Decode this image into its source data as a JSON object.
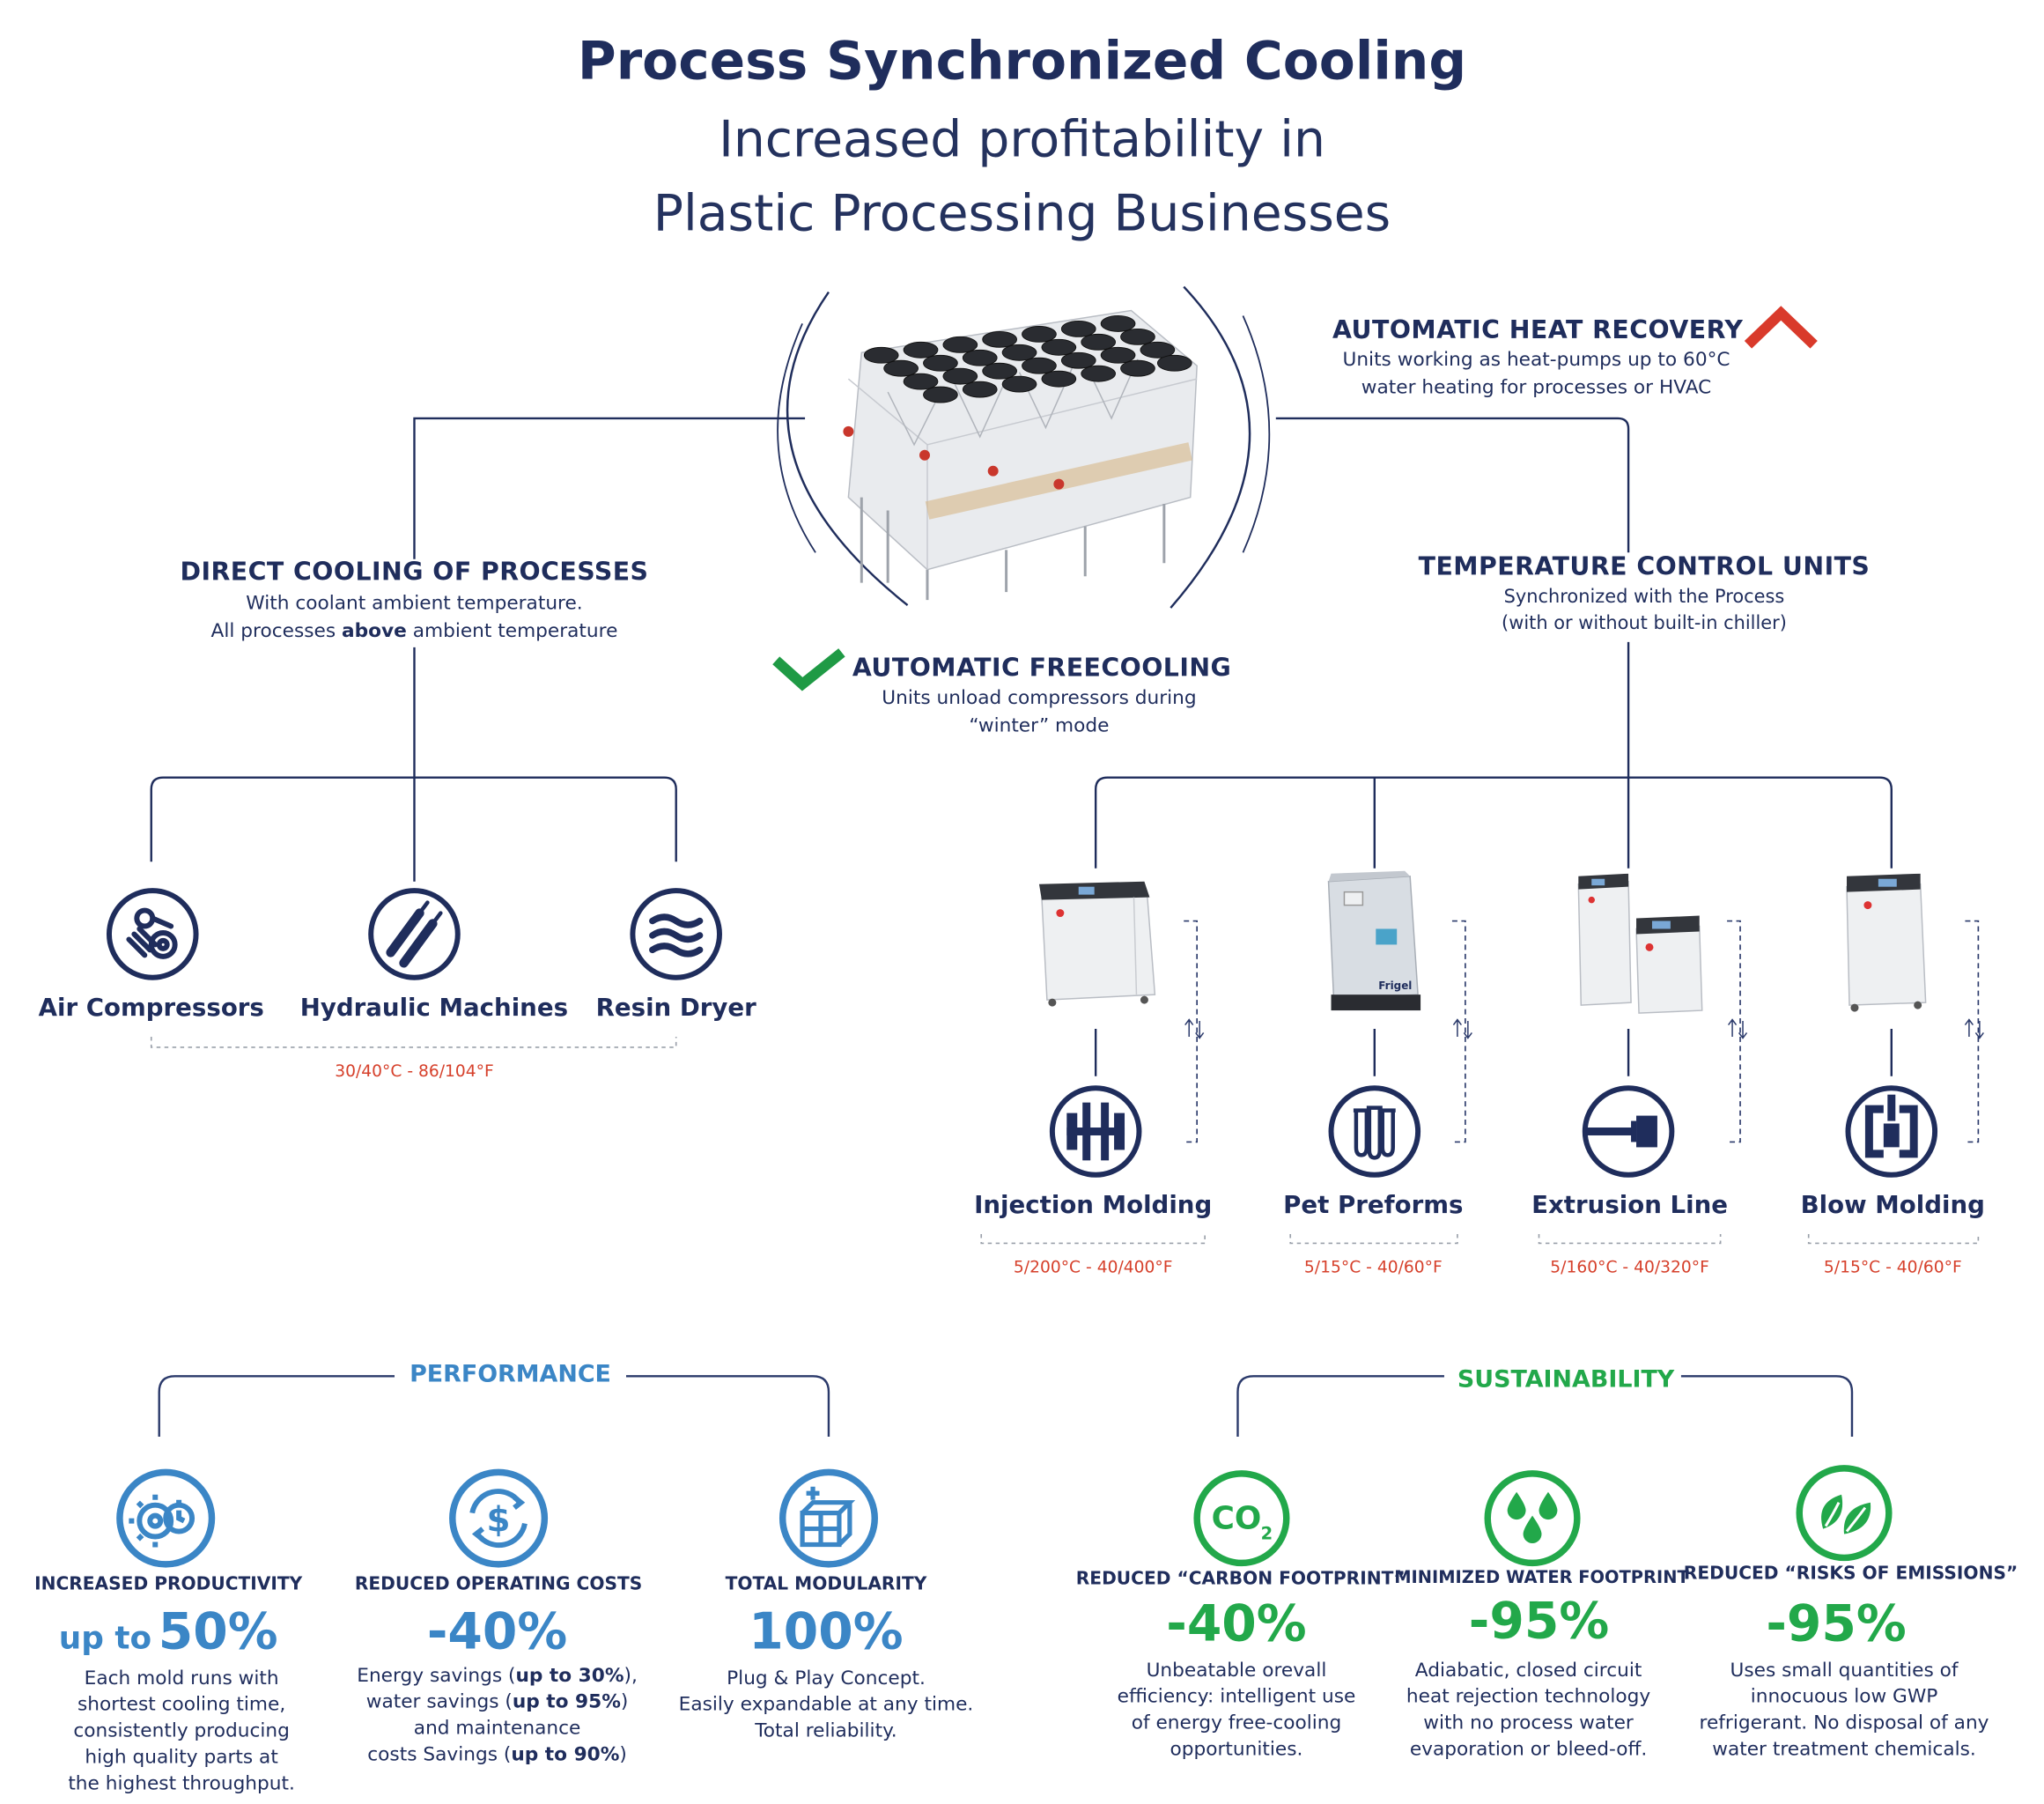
{
  "header": {
    "title": "Process Synchronized Cooling",
    "subtitle_line1": "Increased profitability in",
    "subtitle_line2": "Plastic Processing Businesses"
  },
  "heat_recovery": {
    "title": "AUTOMATIC HEAT RECOVERY",
    "line1": "Units working as heat-pumps up to 60°C",
    "line2": "water heating for processes or HVAC"
  },
  "freecooling": {
    "title": "AUTOMATIC FREECOOLING",
    "line1": "Units unload compressors during",
    "line2": "“winter” mode"
  },
  "direct_cooling": {
    "title": "DIRECT COOLING OF PROCESSES",
    "line1": "With coolant ambient temperature.",
    "line2_pre": "All processes ",
    "line2_bold": "above",
    "line2_post": " ambient temperature",
    "items": [
      {
        "label": "Air Compressors",
        "icon": "air-compressor-icon"
      },
      {
        "label": "Hydraulic Machines",
        "icon": "hydraulic-cylinders-icon"
      },
      {
        "label": "Resin Dryer",
        "icon": "waves-icon"
      }
    ],
    "range": "30/40°C - 86/104°F"
  },
  "tcu": {
    "title": "TEMPERATURE CONTROL UNITS",
    "line1": "Synchronized with the Process",
    "line2": "(with or without built-in chiller)",
    "items": [
      {
        "label": "Injection Molding",
        "range": "5/200°C - 40/400°F",
        "icon": "injection-mold-icon"
      },
      {
        "label": "Pet Preforms",
        "range": "5/15°C - 40/60°F",
        "icon": "test-tubes-icon"
      },
      {
        "label": "Extrusion Line",
        "range": "5/160°C - 40/320°F",
        "icon": "extruder-icon"
      },
      {
        "label": "Blow Molding",
        "range": "5/15°C - 40/60°F",
        "icon": "blow-mold-icon"
      }
    ]
  },
  "brand": "Frigel",
  "performance": {
    "title": "PERFORMANCE",
    "items": [
      {
        "head": "INCREASED PRODUCTIVITY",
        "num_pre": "up to",
        "num": "50%",
        "lines": [
          "Each mold runs with",
          "shortest cooling time,",
          "consistently producing",
          "high quality parts at",
          "the highest throughput."
        ],
        "icon": "gear-stopwatch-icon"
      },
      {
        "head": "REDUCED OPERATING COSTS",
        "num": "-40%",
        "l1_pre": "Energy savings (",
        "l1_bold": "up to 30%",
        "l1_post": "),",
        "l2_pre": "water savings (",
        "l2_bold": "up to 95%",
        "l2_post": ")",
        "l3": "and maintenance",
        "l4_pre": "costs Savings (",
        "l4_bold": "up to 90%",
        "l4_post": ")",
        "icon": "dollar-cycle-icon"
      },
      {
        "head": "TOTAL MODULARITY",
        "num": "100%",
        "lines": [
          "Plug & Play Concept.",
          "Easily expandable at any time.",
          "Total reliability."
        ],
        "icon": "modular-boxes-icon"
      }
    ]
  },
  "sustainability": {
    "title": "SUSTAINABILITY",
    "items": [
      {
        "head": "REDUCED “CARBON FOOTPRINT”",
        "num": "-40%",
        "lines": [
          "Unbeatable orevall",
          "efficiency: intelligent use",
          "of energy free-cooling",
          "opportunities."
        ],
        "icon": "co2-icon",
        "co2_main": "CO",
        "co2_sub": "2"
      },
      {
        "head": "MINIMIZED WATER FOOTPRINT",
        "num": "-95%",
        "lines": [
          "Adiabatic, closed circuit",
          "heat rejection technology",
          "with no process water",
          "evaporation or bleed-off."
        ],
        "icon": "water-drops-icon"
      },
      {
        "head": "REDUCED “RISKS OF EMISSIONS”",
        "num": "-95%",
        "lines": [
          "Uses small quantities of",
          "innocuous low GWP",
          "refrigerant. No disposal of any",
          "water treatment chemicals."
        ],
        "icon": "leaves-icon"
      }
    ]
  },
  "colors": {
    "navy": "#1f2d5c",
    "performance_blue": "#3b86c6",
    "sustainability_green": "#22a84a",
    "range_red": "#d6402b",
    "heat_arrow_red": "#d93a2b",
    "check_green": "#1f9a45"
  }
}
